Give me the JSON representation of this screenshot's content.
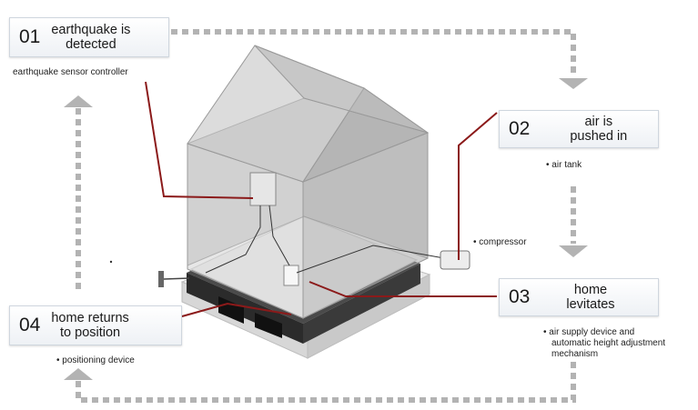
{
  "steps": [
    {
      "number": "01",
      "line1": "earthquake is",
      "line2": "detected"
    },
    {
      "number": "02",
      "line1": "air is",
      "line2": "pushed in"
    },
    {
      "number": "03",
      "line1": "home",
      "line2": "levitates"
    },
    {
      "number": "04",
      "line1": "home returns",
      "line2": "to position"
    }
  ],
  "labels": {
    "sensor": "earthquake sensor controller",
    "air_tank": "air tank",
    "compressor": "compressor",
    "air_supply_1": "air supply device and",
    "air_supply_2": "automatic height adjustment",
    "air_supply_3": "mechanism",
    "positioning": "positioning device",
    "bullet": "•"
  },
  "colors": {
    "flow_arrow": "#b3b3b3",
    "leader_line": "#8b1a1a",
    "house_glass": "#b8b8b8",
    "foundation": "#333333"
  }
}
